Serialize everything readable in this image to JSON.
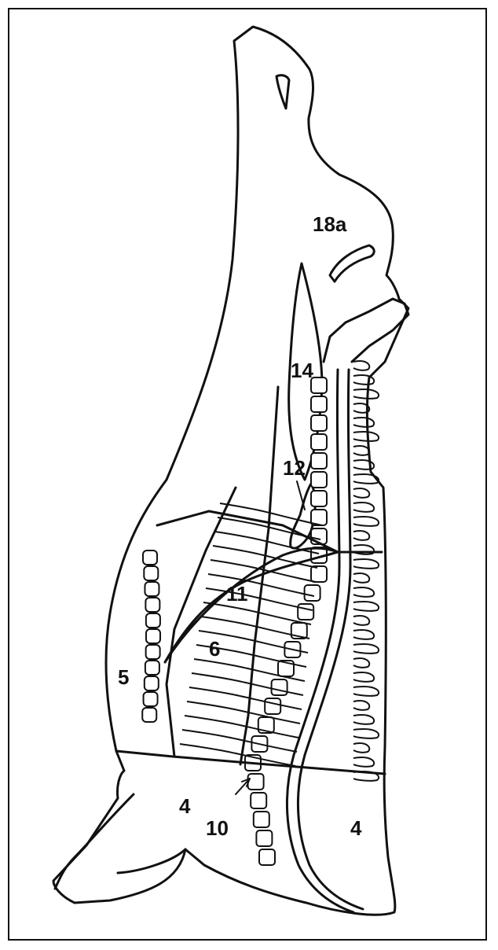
{
  "diagram": {
    "labels": {
      "l18a": "18a",
      "l14": "14",
      "l12": "12",
      "l11": "11",
      "l6": "6",
      "l5": "5",
      "l4_left": "4",
      "l4_right": "4",
      "l10": "10"
    }
  }
}
